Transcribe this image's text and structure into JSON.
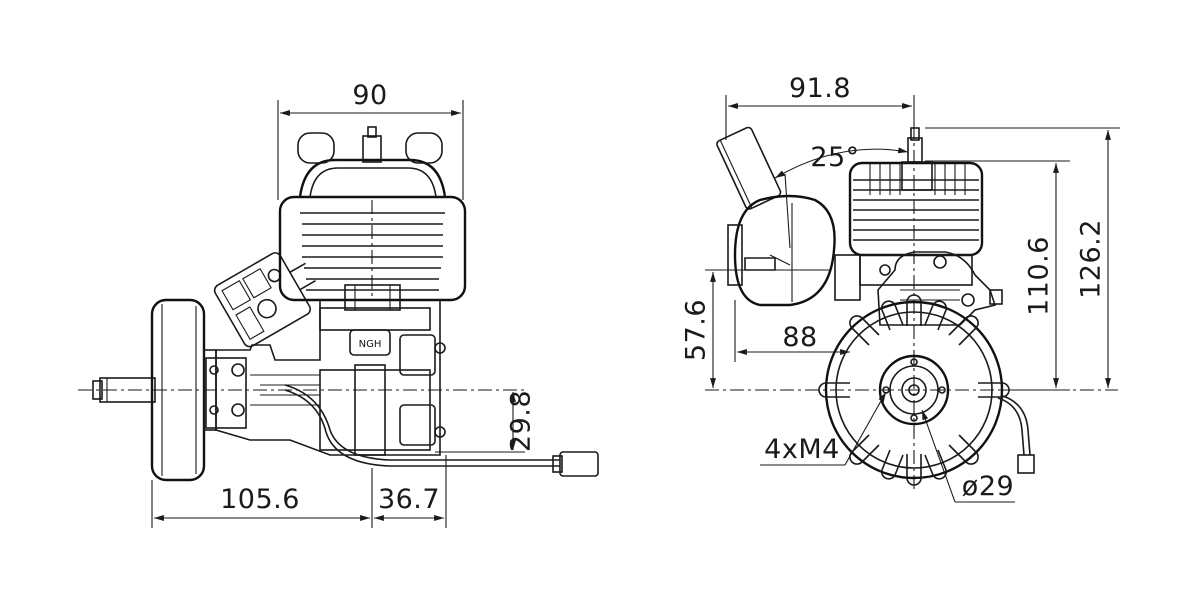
{
  "side_view": {
    "dim_width_top": "90",
    "dim_height_shaft": "29.8",
    "dim_flywheel_to_mount": "105.6",
    "dim_mount_depth": "36.7"
  },
  "front_view": {
    "dim_width_top": "91.8",
    "dim_angle": "25°",
    "dim_height_cylinder": "110.6",
    "dim_height_total": "126.2",
    "dim_shaft_height": "57.6",
    "dim_mount_width": "88",
    "label_bolts": "4xM4",
    "label_diameter": "ø29"
  },
  "colors": {
    "line": "#1a1a1a",
    "background": "#ffffff"
  }
}
